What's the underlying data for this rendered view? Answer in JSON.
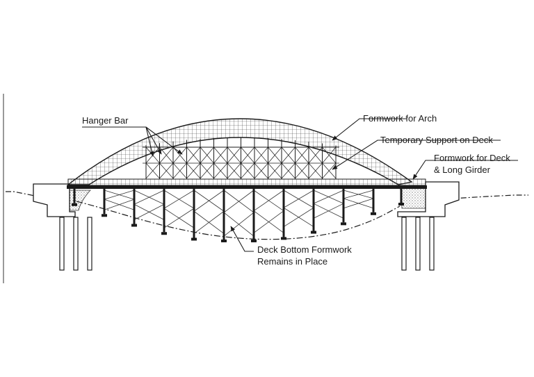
{
  "labels": {
    "hanger_bar": "Hanger Bar",
    "formwork_arch": "Formwork for Arch",
    "temp_support": "Temporary Support on Deck",
    "formwork_deck_1": "Formwork for Deck",
    "formwork_deck_2": "& Long Girder",
    "deck_bottom_1": "Deck Bottom Formwork",
    "deck_bottom_2": "Remains in Place"
  }
}
